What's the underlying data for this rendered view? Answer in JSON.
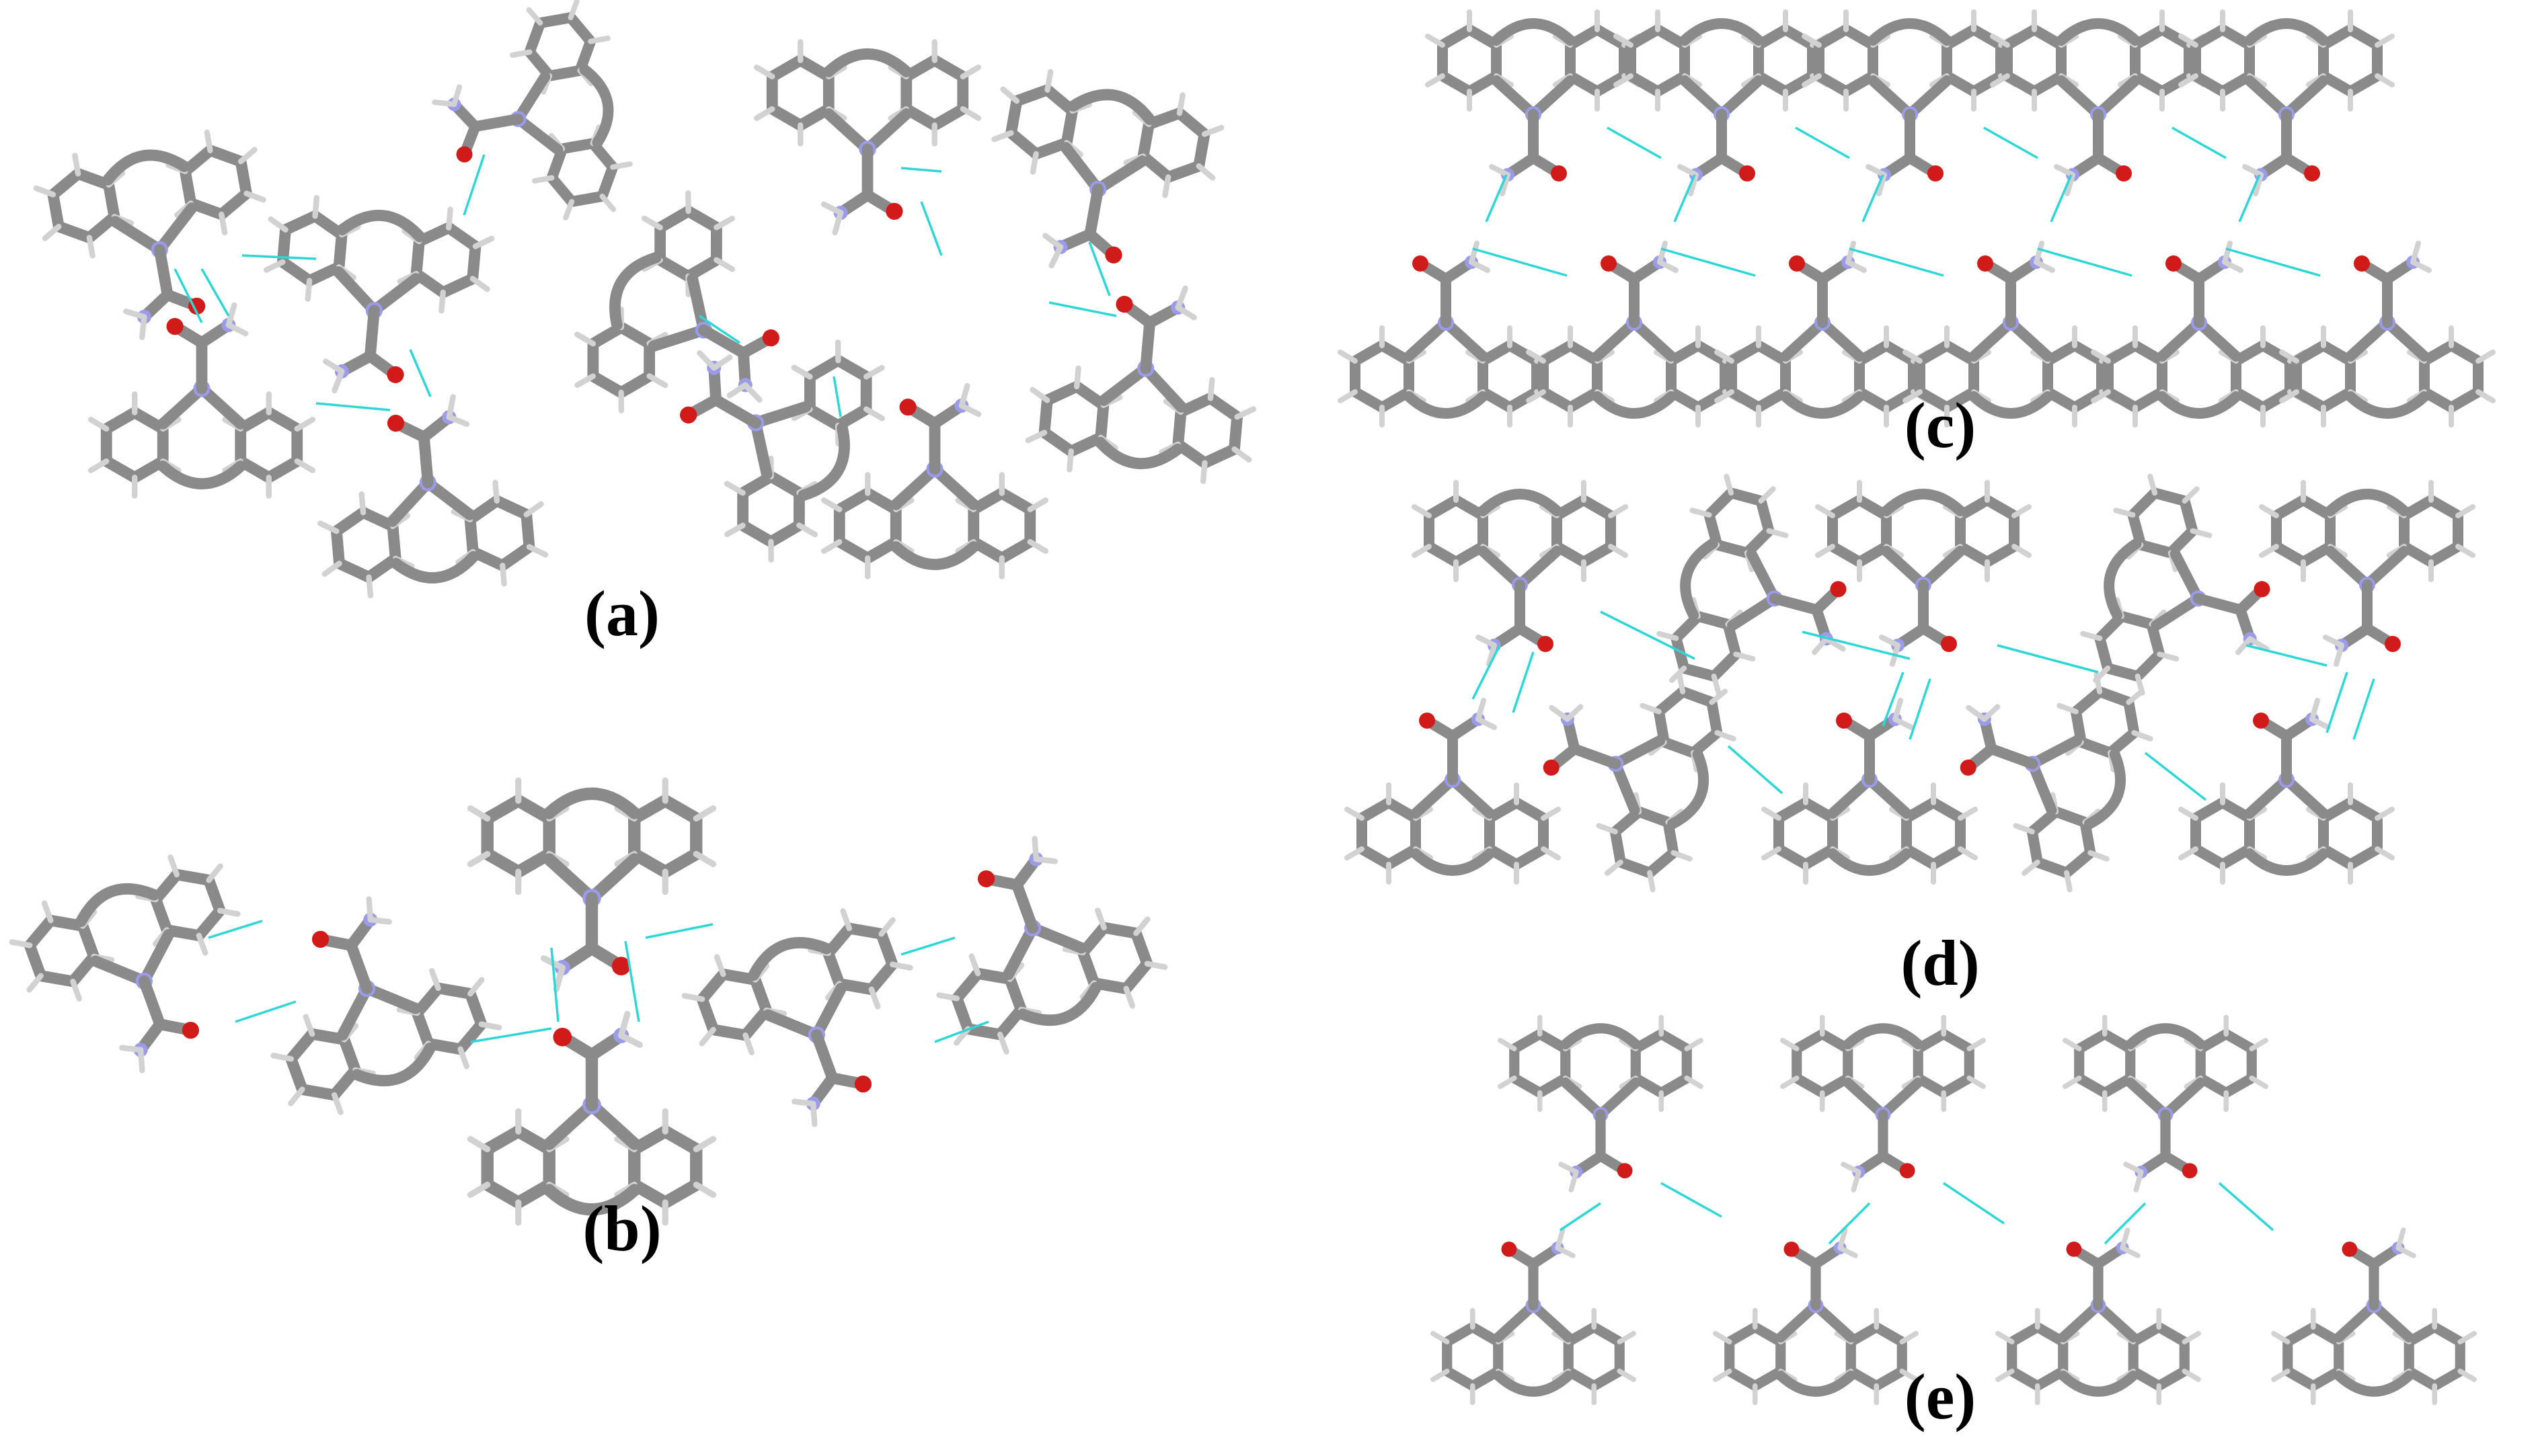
{
  "figure": {
    "panels": [
      {
        "id": "a",
        "label": "(a)"
      },
      {
        "id": "b",
        "label": "(b)"
      },
      {
        "id": "c",
        "label": "(c)"
      },
      {
        "id": "d",
        "label": "(d)"
      },
      {
        "id": "e",
        "label": "(e)"
      }
    ],
    "colors": {
      "carbon": "#8a8a8a",
      "hydrogen": "#dcdcdc",
      "nitrogen": "#9b9bea",
      "oxygen": "#d11a1a",
      "hydrogen_bond": "#2fd6d6",
      "label": "#000000",
      "background": "#ffffff"
    }
  }
}
